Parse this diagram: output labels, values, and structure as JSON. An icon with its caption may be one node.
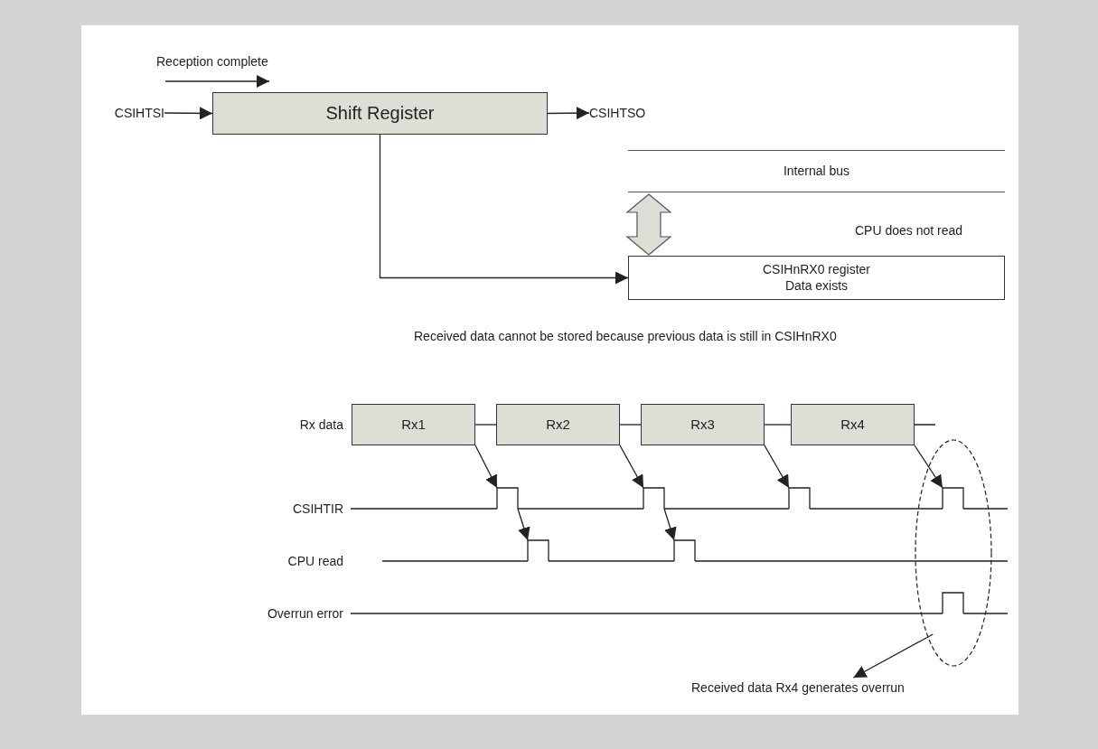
{
  "diagram": {
    "nodes": [
      {
        "text": [
          "CSIHTSI"
        ]
      },
      {
        "text": [
          "Shift Register"
        ]
      },
      {
        "text": [
          "CSIHTSO"
        ]
      },
      {
        "text": [
          "Internal bus"
        ]
      },
      {
        "text": [
          "CSIHnRX0 register",
          "Data exists"
        ]
      },
      {
        "text": [
          "Rx1"
        ]
      },
      {
        "text": [
          "Rx2"
        ]
      },
      {
        "text": [
          "Rx3"
        ]
      },
      {
        "text": [
          "Rx4"
        ]
      },
      {
        "text": [],
        "shape": "pulse"
      },
      {
        "text": [],
        "shape": "pulse"
      },
      {
        "text": [],
        "shape": "pulse"
      },
      {
        "text": [],
        "shape": "ellipse"
      },
      {
        "text": [],
        "shape": "pulse",
        "in": 12
      },
      {
        "text": [],
        "shape": "pulse"
      },
      {
        "text": [],
        "shape": "pulse"
      },
      {
        "text": [],
        "shape": "pulse",
        "in": 12
      },
      {
        "text": [
          "Received data Rx4 generates overrun"
        ]
      }
    ],
    "edges": [
      {
        "from": 0,
        "to": 1,
        "arrow": "to"
      },
      {
        "from": 1,
        "to": 2,
        "arrow": "to"
      },
      {
        "from": 1,
        "to": 4,
        "arrow": "to"
      },
      {
        "from": 3,
        "to": 4,
        "arrow": "both",
        "style": "thick"
      },
      {
        "from": 5,
        "to": 6,
        "arrow": "none"
      },
      {
        "from": 6,
        "to": 7,
        "arrow": "none"
      },
      {
        "from": 7,
        "to": 8,
        "arrow": "none"
      },
      {
        "from": 5,
        "to": 9,
        "arrow": "to"
      },
      {
        "from": 6,
        "to": 10,
        "arrow": "to"
      },
      {
        "from": 7,
        "to": 11,
        "arrow": "to"
      },
      {
        "from": 8,
        "to": 13,
        "arrow": "to"
      },
      {
        "from": 9,
        "to": 14,
        "arrow": "to"
      },
      {
        "from": 10,
        "to": 15,
        "arrow": "to"
      },
      {
        "from": 12,
        "to": 17,
        "arrow": "to"
      },
      {
        "from": 9,
        "to": 10,
        "arrow": "none"
      },
      {
        "from": 10,
        "to": 11,
        "arrow": "none"
      },
      {
        "from": 11,
        "to": 13,
        "arrow": "none"
      },
      {
        "from": 14,
        "to": 15,
        "arrow": "none"
      }
    ],
    "labels": [
      "Reception complete",
      "CPU does not read",
      "Received data cannot be stored because previous data is still in CSIHnRX0",
      "Rx data",
      "CSIHTIR",
      "CPU read",
      "Overrun error"
    ]
  }
}
